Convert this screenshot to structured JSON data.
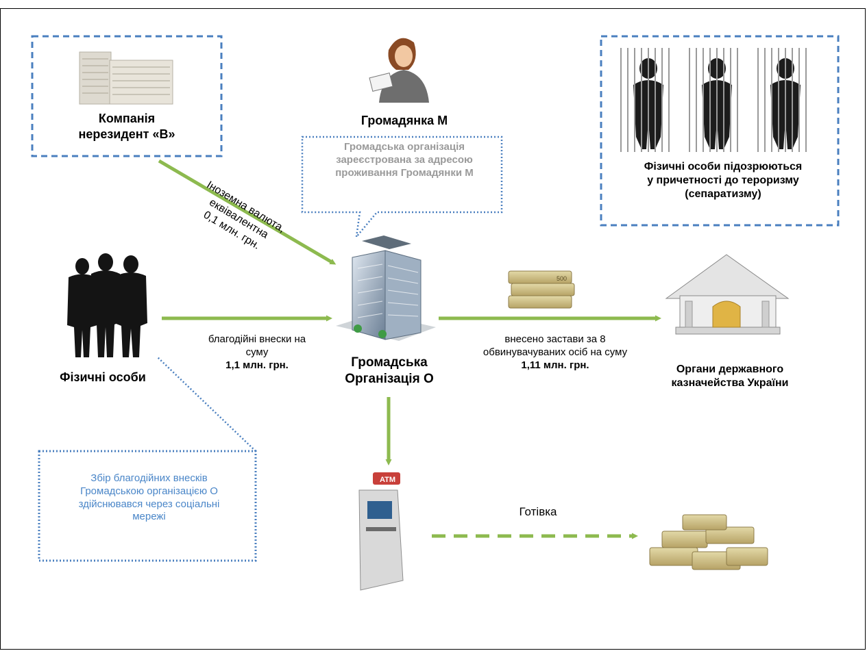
{
  "actors": {
    "company": "Компанія нерезидент «В»",
    "citizen": "Громадянка М",
    "suspects": "Фізичні особи підозрюються у причетності до тероризму (сепаратизму)",
    "individuals": "Фізичні особи",
    "organization": "Громадська Організація О",
    "treasury": "Органи державного казначейства України"
  },
  "callouts": {
    "registration": "Громадська організація зареєстрована за адресою проживання Громадянки М",
    "fundraising": "Збір благодійних внесків Громадською організацією О здійснювався через соціальні мережі"
  },
  "flows": {
    "foreign_currency_line1": "Іноземна валюта,",
    "foreign_currency_line2": "еквівалентна",
    "foreign_currency_line3": "0,1 млн. грн.",
    "donations_text": "благодійні внески на суму",
    "donations_amount": "1,1 млн. грн.",
    "bail_text": "внесено застави за 8 обвинувачуваних осіб на суму",
    "bail_amount": "1,11 млн. грн.",
    "cash": "Готівка"
  },
  "icons": {
    "atm_label": "ATM",
    "banknote_label": "500"
  },
  "colors": {
    "arrow": "#8dba4f",
    "box_border": "#4a7fbf",
    "callout_text": "#4a86c8",
    "gray_callout_text": "#9a9a9a"
  }
}
